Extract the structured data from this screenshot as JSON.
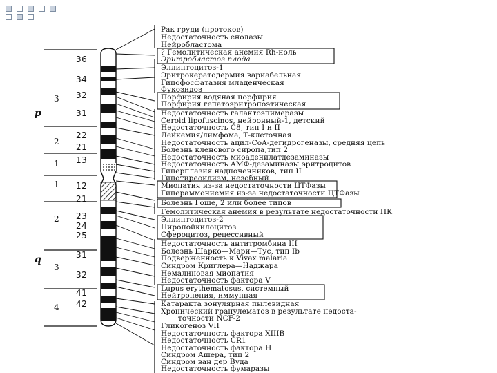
{
  "arms": {
    "p": "p",
    "q": "q"
  },
  "regions": {
    "p": [
      "3",
      "2",
      "1"
    ],
    "q": [
      "1",
      "2",
      "3",
      "4"
    ]
  },
  "bands": [
    "36",
    "34",
    "32",
    "31",
    "22",
    "21",
    "13",
    "12",
    "21",
    "23",
    "24",
    "25",
    "31",
    "32",
    "41",
    "42"
  ],
  "diseases": [
    "Рак груди (протоков)",
    "Недостаточность енолазы",
    "Нейробластома",
    "? Гемолитическая анемия Rh-ноль",
    "Эритробластоз плода",
    "Эллиптоцитоз-1",
    "Эритрокератодермия вариабельная",
    "Гипофосфатазия младенческая",
    "Фукозидоз",
    "Порфирия водяная порфирия",
    "Порфирия гепатоэритропоэтическая",
    "Недостаточность галактоэпимеразы",
    "Ceroid lipofuscinos, нейронный-1, детский",
    "Недостаточность C8, тип I и II",
    "Лейкемия/лимфома, Т-клеточная",
    "Недостаточность ацил-CoA-дегидрогеназы, средняя цепь",
    "Болезнь кленового сиропа,тип 2",
    "Недостаточность миоаденилатдезаминазы",
    "Недостаточность АМФ-дезаминазы эритроцитов",
    "Гиперплазия надпочечников, тип II",
    "Гипотиреоидизм, незобный",
    "Миопатия из-за недостаточности ЦТФазы",
    "Гипераммониемия из-за недостаточности ЦТФазы",
    "Болезнь Гоше, 2 или более типов",
    "Гемолитическая анемия в результате недостаточности ПК",
    "Эллиптоцитоз-2",
    "Пиропойкилоцитоз",
    "Сфероцитоз, рецессивный",
    "Недостаточность антитромбина III",
    "Болезнь Шарко—Мари—Тус, тип Ib",
    "Подверженность к Vivax malaria",
    "Синдром Криглера—Наджара",
    "Немалиновая миопатия",
    "Недостаточность фактора V",
    "Lupus erythematosus, системный",
    "Нейтропения, иммунная",
    "Катаракта зонулярная пылевидная",
    "Хронический гранулематоз в результате недоста-",
    "точности NCF-2",
    "Гликогеноз VII",
    "Недостаточность фактора XIIIB",
    "Недостаточность CR1",
    "Недостаточность фактора H",
    "Синдром Ашера, тип 2",
    "Синдром ван дер Вуда",
    "Недостаточность фумаразы"
  ]
}
